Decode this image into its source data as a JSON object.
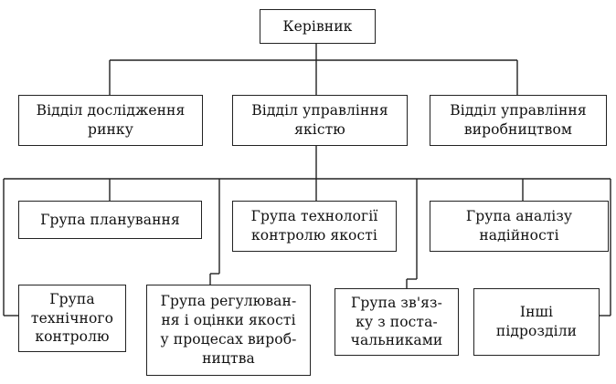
{
  "diagram": {
    "root": {
      "label": "Керівник"
    },
    "departments": [
      {
        "label": "Відділ дослідження\nринку"
      },
      {
        "label": "Відділ управління\nякістю"
      },
      {
        "label": "Відділ управління\nвиробництвом"
      }
    ],
    "groups_upper": [
      {
        "label": "Група планування"
      },
      {
        "label": "Група технології\nконтролю якості"
      },
      {
        "label": "Група аналізу\nнадійності"
      }
    ],
    "groups_lower": [
      {
        "label": "Група\nтехнічного\nконтролю"
      },
      {
        "label": "Група регулюван-\nня і оцінки якості\nу процесах вироб-\nництва"
      },
      {
        "label": "Група зв'яз-\nку з поста-\nчальниками"
      },
      {
        "label": "Інші\nпідрозділи"
      }
    ],
    "line_color": "#222222"
  }
}
